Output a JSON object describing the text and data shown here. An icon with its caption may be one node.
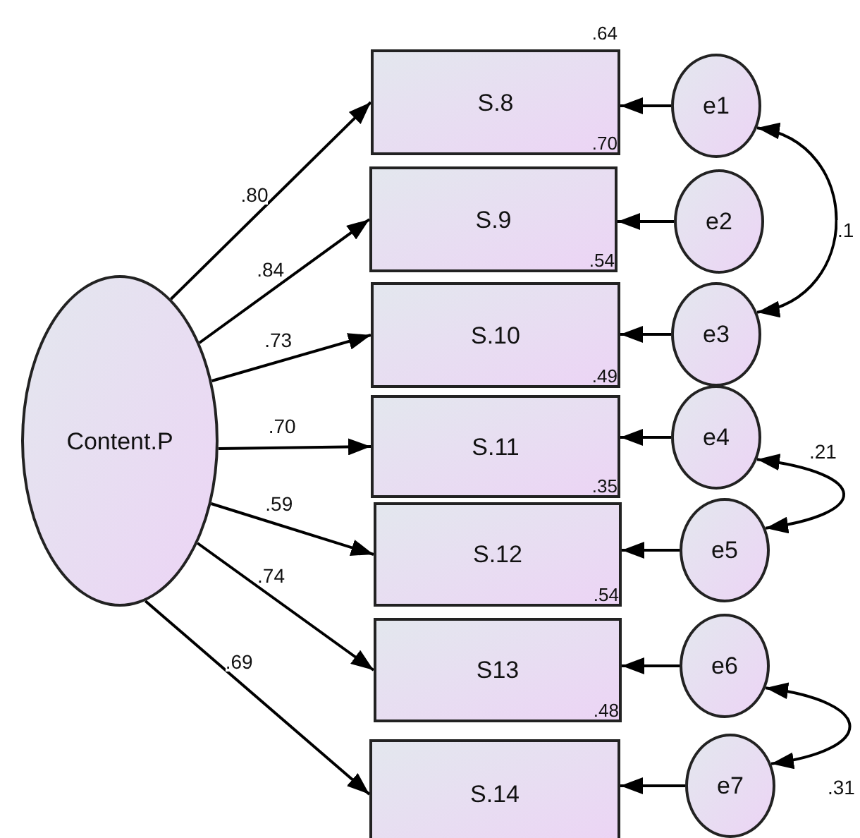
{
  "diagram": {
    "nodes": [
      {
        "text": [
          "Content.P"
        ]
      },
      {
        "text": [
          "S.8",
          ".70"
        ],
        "beside": [
          ".64"
        ]
      },
      {
        "text": [
          "S.9",
          ".54"
        ]
      },
      {
        "text": [
          "S.10",
          ".49"
        ]
      },
      {
        "text": [
          "S.11",
          ".35"
        ]
      },
      {
        "text": [
          "S.12",
          ".54"
        ]
      },
      {
        "text": [
          "S13",
          ".48"
        ]
      },
      {
        "text": [
          "S.14"
        ]
      },
      {
        "text": [
          "e1"
        ]
      },
      {
        "text": [
          "e2"
        ]
      },
      {
        "text": [
          "e3"
        ]
      },
      {
        "text": [
          "e4"
        ]
      },
      {
        "text": [
          "e5"
        ]
      },
      {
        "text": [
          "e6"
        ]
      },
      {
        "text": [
          "e7"
        ]
      }
    ],
    "edges": [
      {
        "from": 0,
        "to": 1,
        "arrow": "to",
        "label": ".80"
      },
      {
        "from": 0,
        "to": 2,
        "arrow": "to",
        "label": ".84"
      },
      {
        "from": 0,
        "to": 3,
        "arrow": "to",
        "label": ".73"
      },
      {
        "from": 0,
        "to": 4,
        "arrow": "to",
        "label": ".70"
      },
      {
        "from": 0,
        "to": 5,
        "arrow": "to",
        "label": ".59"
      },
      {
        "from": 0,
        "to": 6,
        "arrow": "to",
        "label": ".74"
      },
      {
        "from": 0,
        "to": 7,
        "arrow": "to",
        "label": ".69"
      },
      {
        "from": 8,
        "to": 1,
        "arrow": "to"
      },
      {
        "from": 9,
        "to": 2,
        "arrow": "to"
      },
      {
        "from": 10,
        "to": 3,
        "arrow": "to"
      },
      {
        "from": 11,
        "to": 4,
        "arrow": "to"
      },
      {
        "from": 12,
        "to": 5,
        "arrow": "to"
      },
      {
        "from": 13,
        "to": 6,
        "arrow": "to"
      },
      {
        "from": 14,
        "to": 7,
        "arrow": "to"
      },
      {
        "from": 8,
        "to": 10,
        "arrow": "both",
        "label": ".1"
      },
      {
        "from": 11,
        "to": 12,
        "arrow": "both",
        "label": ".21"
      },
      {
        "from": 13,
        "to": 14,
        "arrow": "both",
        "label": ".31"
      }
    ]
  }
}
